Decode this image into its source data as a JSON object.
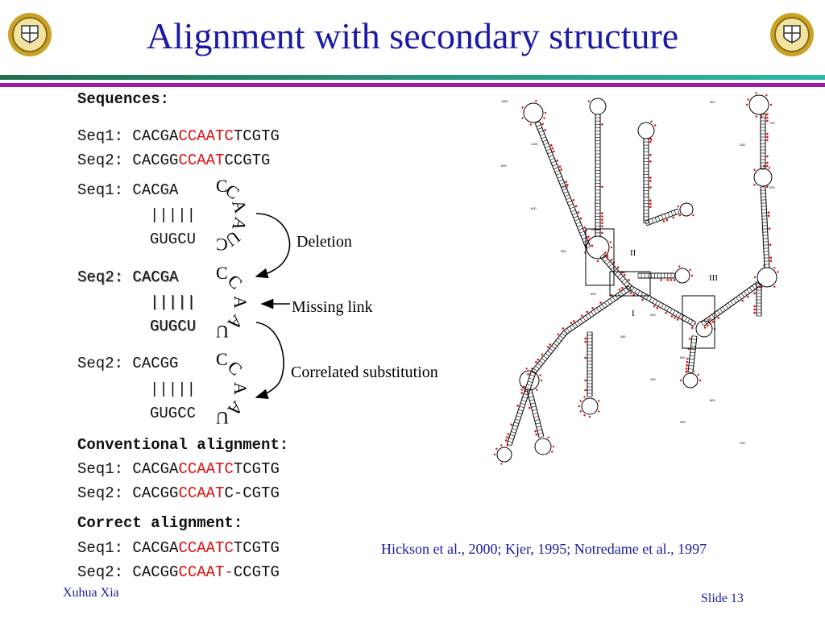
{
  "slide": {
    "title": "Alignment with secondary structure",
    "author": "Xuhua Xia",
    "slide_number": "Slide 13",
    "citation": "Hickson et al., 2000; Kjer, 1995; Notredame et al., 1997",
    "accent_color": "#1a1aa6",
    "highlight_color": "#e01010"
  },
  "sequences": {
    "header": "Sequences:",
    "seq1": {
      "label": "Seq1:",
      "pre": "CACGA",
      "mid": "CCAATC",
      "post": "TCGTG"
    },
    "seq2": {
      "label": "Seq2:",
      "pre": "CACGG",
      "mid": "CCAAT",
      "post": "CCGTG"
    }
  },
  "stems": [
    {
      "label": "Seq1:",
      "top": "CACGA",
      "pairs": "|||||",
      "bottom": "GUGCU",
      "loop": [
        "C",
        "C",
        "A",
        "A",
        "U",
        "C"
      ]
    },
    {
      "label": "Seq2:",
      "top": "CACGA",
      "pairs": "|||||",
      "bottom": "GUGCU",
      "loop": [
        "C",
        "C",
        "A",
        "A",
        "U"
      ]
    },
    {
      "label": "Seq2:",
      "top": "CACGG",
      "pairs": "|||||",
      "bottom": "GUGCC",
      "loop": [
        "C",
        "C",
        "A",
        "A",
        "U"
      ]
    }
  ],
  "annotations": {
    "deletion": "Deletion",
    "missing_link": "Missing link",
    "correlated": "Correlated substitution"
  },
  "conventional": {
    "header": "Conventional alignment:",
    "seq1": {
      "label": "Seq1:",
      "pre": "CACGA",
      "mid": "CCAATC",
      "post": "TCGTG"
    },
    "seq2": {
      "label": "Seq2:",
      "pre": "CACGG",
      "mid": "CCAAT",
      "post": "C-CGTG"
    }
  },
  "correct": {
    "header": "Correct alignment:",
    "seq1": {
      "label": "Seq1:",
      "pre": "CACGA",
      "mid": "CCAATC",
      "post": "TCGTG"
    },
    "seq2": {
      "label": "Seq2:",
      "pre": "CACGG",
      "mid": "CCAAT-",
      "post": "CCGTG"
    }
  },
  "structure_figure": {
    "domain_labels": [
      "I",
      "II",
      "III"
    ],
    "position_labels": [
      "1150",
      "1100",
      "1050",
      "1000",
      "950",
      "900",
      "850",
      "800",
      "750",
      "700",
      "650",
      "600",
      "550",
      "500",
      "450",
      "400",
      "350",
      "300",
      "250",
      "200"
    ]
  }
}
